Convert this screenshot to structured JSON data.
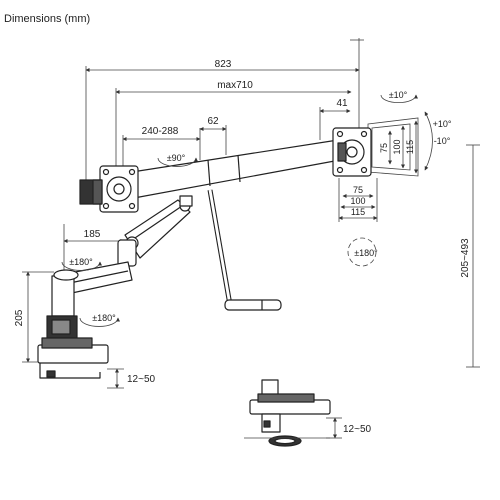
{
  "title": "Dimensions (mm)",
  "dimensions": {
    "overall_width": "823",
    "max_span": "max710",
    "arm_range": "240-288",
    "pole_offset": "62",
    "head_offset": "41",
    "rotate_90": "±90°",
    "swivel_180_a": "±180°",
    "swivel_180_b": "±180°",
    "swivel_180_c": "±180°",
    "arm_depth": "185",
    "base_height": "205",
    "clamp_range_1": "12~50",
    "clamp_range_2": "12~50",
    "height_range": "205~493",
    "tilt_top": "±10°",
    "tilt_up": "+10°",
    "tilt_down": "-10°",
    "vesa_75_v": "75",
    "vesa_100_v": "100",
    "vesa_115_v": "115",
    "vesa_75_h": "75",
    "vesa_100_h": "100",
    "vesa_115_h": "115"
  }
}
